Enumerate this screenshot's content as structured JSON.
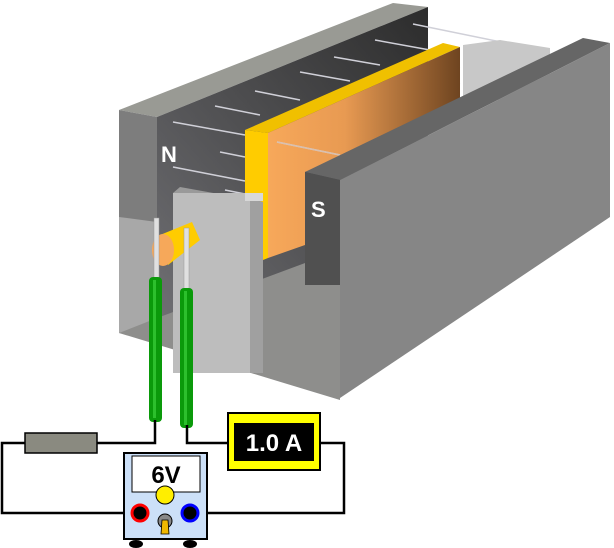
{
  "magnet": {
    "north_label": "N",
    "south_label": "S"
  },
  "power_supply": {
    "voltage_label": "6V"
  },
  "ammeter": {
    "reading": "1.0 A"
  },
  "colors": {
    "coil": "#f6a85a",
    "coil_edge": "#ffcc00",
    "wire_insulation": "#0a9a0a",
    "ammeter_frame": "#ffff00",
    "power_supply_body": "#cce0f8",
    "positive_terminal": "#ff0000",
    "negative_terminal": "#0000ff"
  }
}
